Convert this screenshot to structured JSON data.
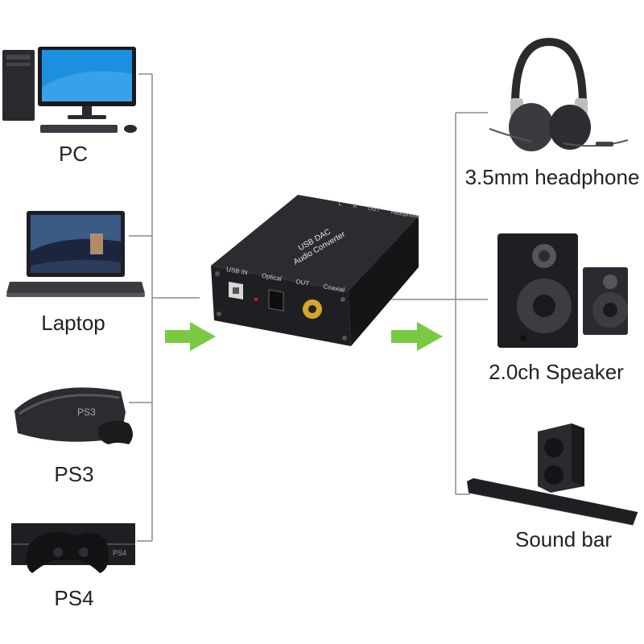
{
  "sources": [
    {
      "id": "pc",
      "label": "PC",
      "icon": "desktop-pc-icon"
    },
    {
      "id": "laptop",
      "label": "Laptop",
      "icon": "laptop-icon"
    },
    {
      "id": "ps3",
      "label": "PS3",
      "icon": "ps3-console-icon"
    },
    {
      "id": "ps4",
      "label": "PS4",
      "icon": "ps4-console-icon"
    }
  ],
  "outputs": [
    {
      "id": "headphone",
      "label": "3.5mm headphone",
      "icon": "headphone-icon"
    },
    {
      "id": "speaker",
      "label": "2.0ch Speaker",
      "icon": "speaker-icon"
    },
    {
      "id": "soundbar",
      "label": "Sound bar",
      "icon": "soundbar-icon"
    }
  ],
  "device": {
    "top_text_1": "USB DAC",
    "top_text_2": "Audio Converter",
    "top_rear_label": "Headphone",
    "top_rear_out": "OUT",
    "top_rear_r": "R",
    "top_rear_l": "L",
    "front_usb_label": "USB IN",
    "front_optical_label": "Optical",
    "front_out_label": "OUT",
    "front_coaxial_label": "Coaxial"
  },
  "colors": {
    "arrow": "#7ac943",
    "line": "#8a8a8a",
    "device_body": "#1e1f22",
    "screen": "#1c8fe0"
  }
}
